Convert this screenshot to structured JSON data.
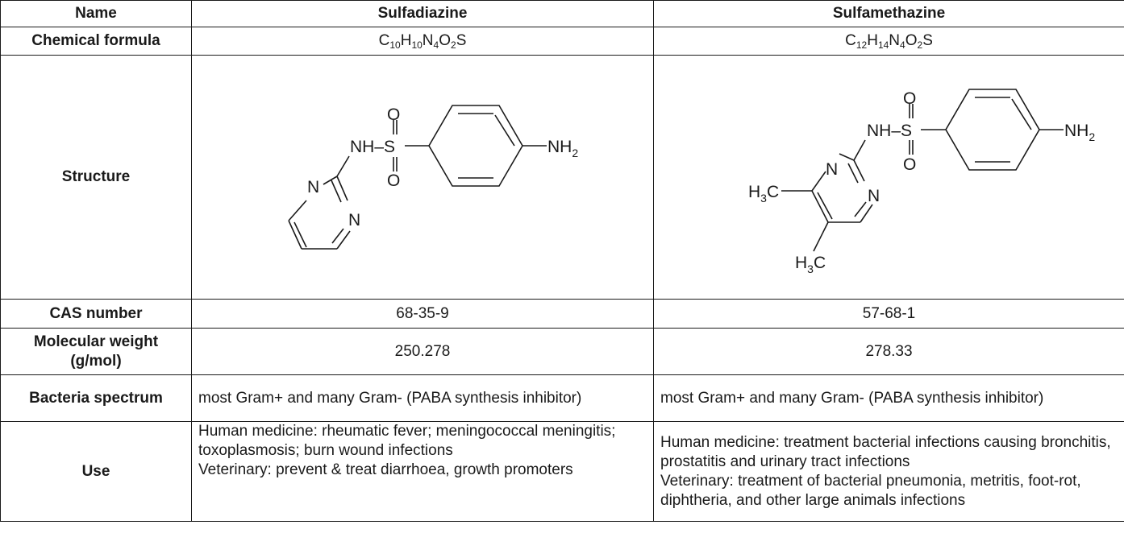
{
  "header": {
    "name_label": "Name",
    "compound1": "Sulfadiazine",
    "compound2": "Sulfamethazine"
  },
  "rows": {
    "formula_label": "Chemical formula",
    "structure_label": "Structure",
    "cas_label": "CAS number",
    "mw_label": "Molecular weight (g/mol)",
    "spectrum_label": "Bacteria spectrum",
    "use_label": "Use"
  },
  "sulfadiazine": {
    "formula": [
      {
        "el": "C",
        "n": "10"
      },
      {
        "el": "H",
        "n": "10"
      },
      {
        "el": "N",
        "n": "4"
      },
      {
        "el": "O",
        "n": "2"
      },
      {
        "el": "S",
        "n": ""
      }
    ],
    "structure_labels": {
      "o_top": "O",
      "nh_s": "NH–S",
      "o_bottom": "O",
      "n1": "N",
      "n2": "N",
      "nh2": "NH",
      "nh2_sub": "2"
    },
    "cas": "68-35-9",
    "mw": "250.278",
    "spectrum": "most Gram+ and many Gram- (PABA synthesis inhibitor)",
    "use": [
      "Human medicine: rheumatic fever; meningococcal meningitis; toxoplasmosis; burn wound infections",
      "Veterinary: prevent & treat diarrhoea, growth promoters"
    ]
  },
  "sulfamethazine": {
    "formula": [
      {
        "el": "C",
        "n": "12"
      },
      {
        "el": "H",
        "n": "14"
      },
      {
        "el": "N",
        "n": "4"
      },
      {
        "el": "O",
        "n": "2"
      },
      {
        "el": "S",
        "n": ""
      }
    ],
    "structure_labels": {
      "o_top": "O",
      "nh_s": "NH–S",
      "o_bottom": "O",
      "n1": "N",
      "n2": "N",
      "nh2": "NH",
      "nh2_sub": "2",
      "ch3_a": "H",
      "ch3_a_sub": "3",
      "ch3_a_c": "C",
      "ch3_b": "H",
      "ch3_b_sub": "3",
      "ch3_b_c": "C"
    },
    "cas": "57-68-1",
    "mw": "278.33",
    "spectrum": "most Gram+ and many Gram- (PABA synthesis inhibitor)",
    "use": [
      "Human medicine: treatment bacterial infections causing bronchitis, prostatitis and urinary tract infections",
      "Veterinary: treatment of bacterial pneumonia, metritis, foot-rot, diphtheria, and other large animals infections"
    ]
  }
}
